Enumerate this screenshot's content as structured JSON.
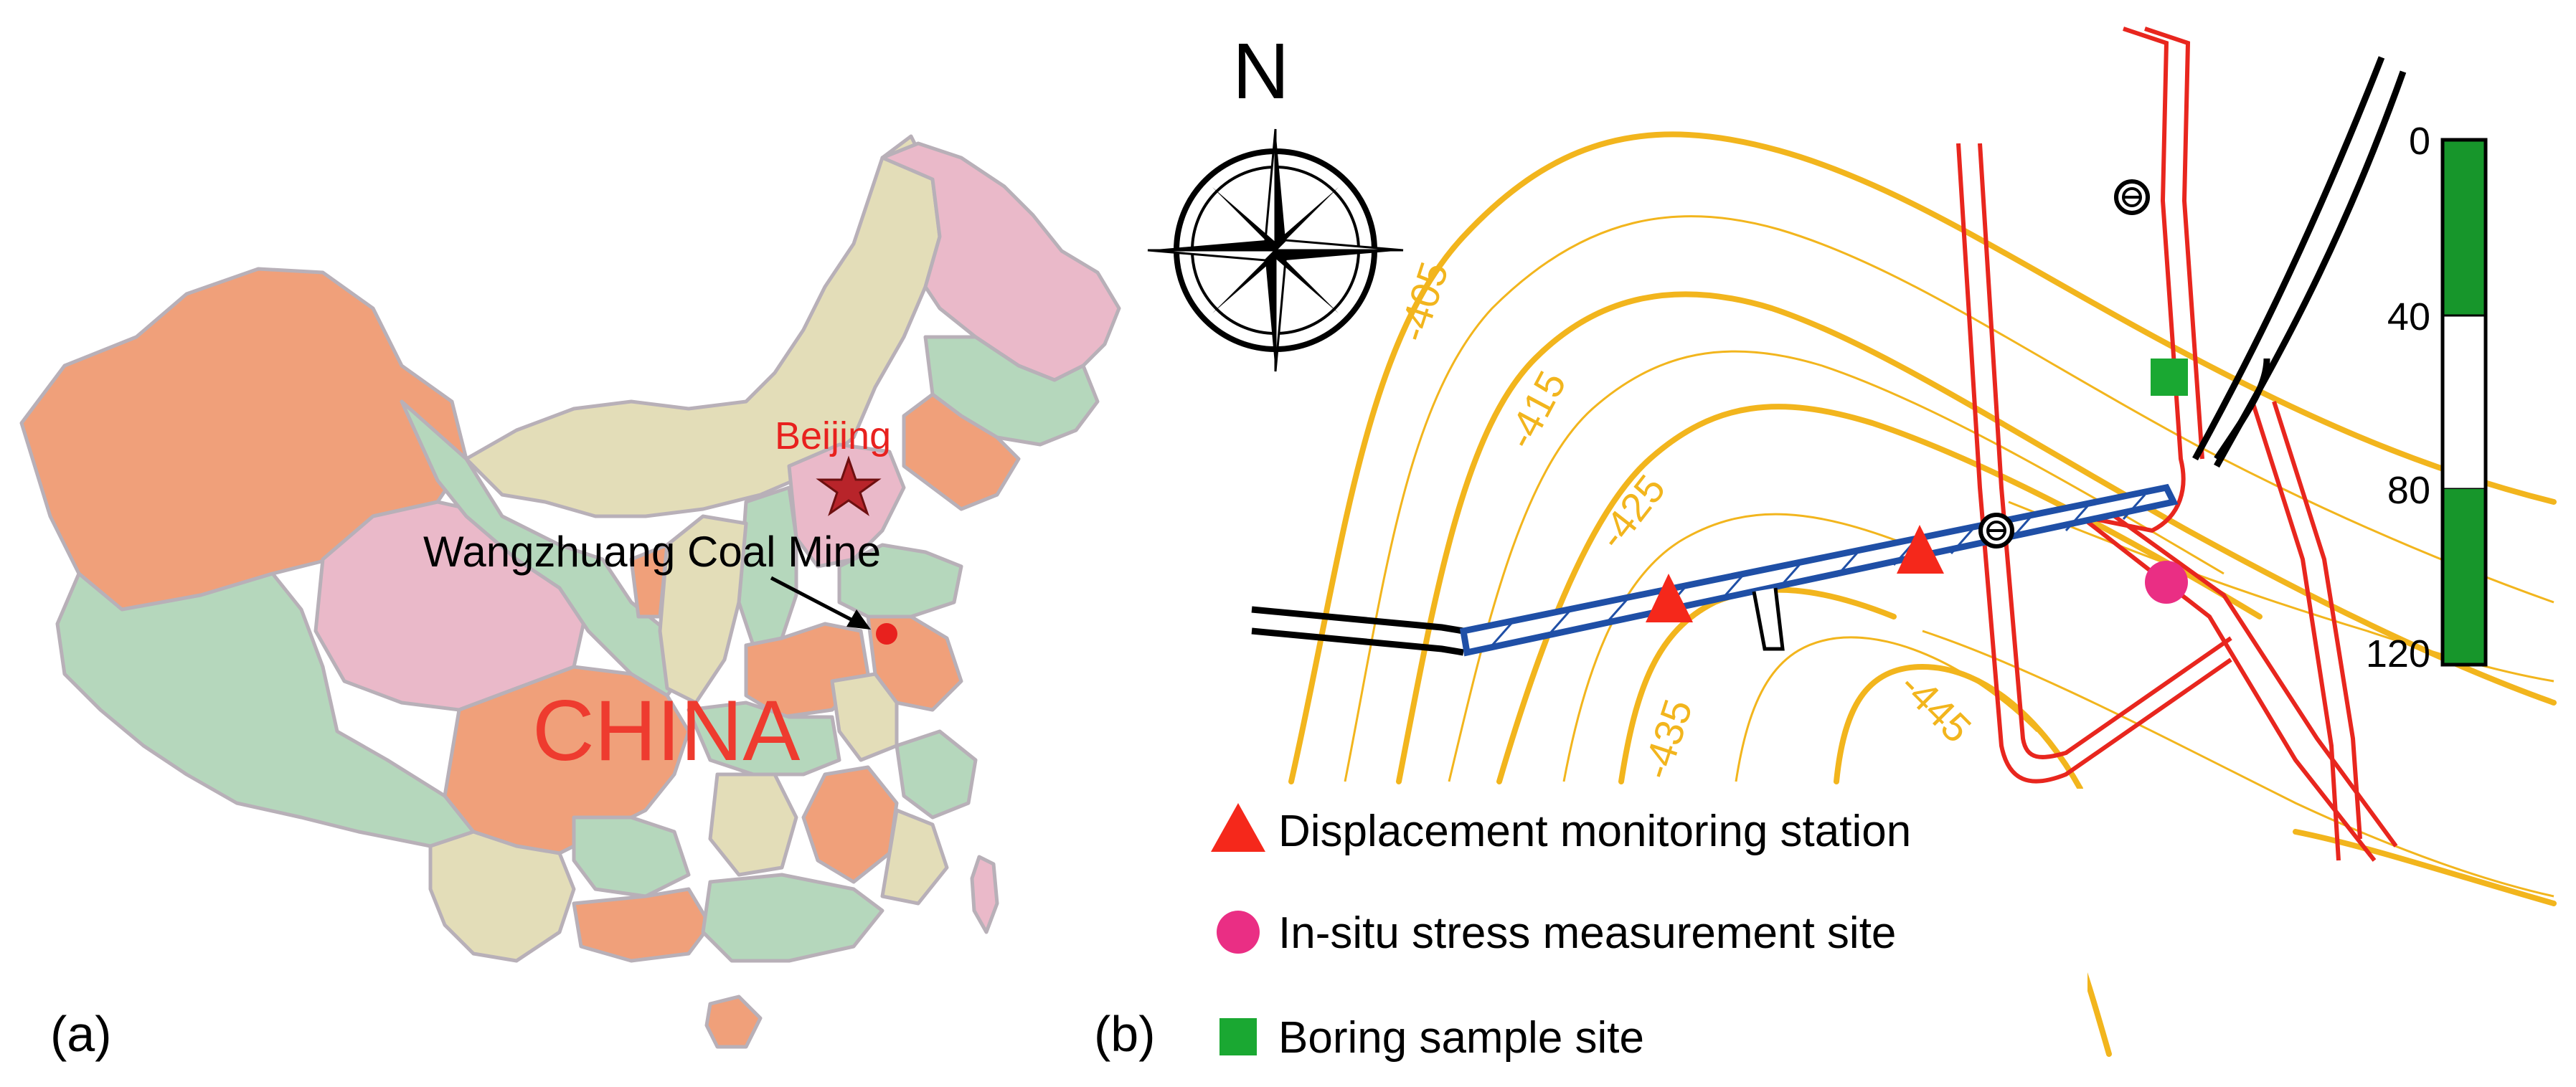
{
  "panel_a": {
    "label": "(a)",
    "country_label": "CHINA",
    "capital_label": "Beijing",
    "mine_label": "Wangzhuang Coal Mine",
    "colors": {
      "capital": "#e8211e",
      "mine_dot": "#e8211e",
      "country_text": "#ee3b2f"
    }
  },
  "panel_b": {
    "label": "(b)",
    "north_label": "N",
    "contours": [
      "-405",
      "-415",
      "-425",
      "-435",
      "-445"
    ],
    "scale_ticks": [
      "0",
      "40",
      "80",
      "120"
    ],
    "legend": [
      {
        "symbol": "red-triangle",
        "text": "Displacement monitoring station"
      },
      {
        "symbol": "pink-circle",
        "text": "In-situ stress measurement site"
      },
      {
        "symbol": "green-square",
        "text": "Boring sample site"
      }
    ],
    "colors": {
      "contour": "#f2b51d",
      "roadway_red": "#e8261e",
      "roadway_blue": "#1f4fa6",
      "triangle": "#f5281b",
      "circle": "#ea2e84",
      "square": "#1aa832",
      "scale_green": "#17962b"
    }
  }
}
